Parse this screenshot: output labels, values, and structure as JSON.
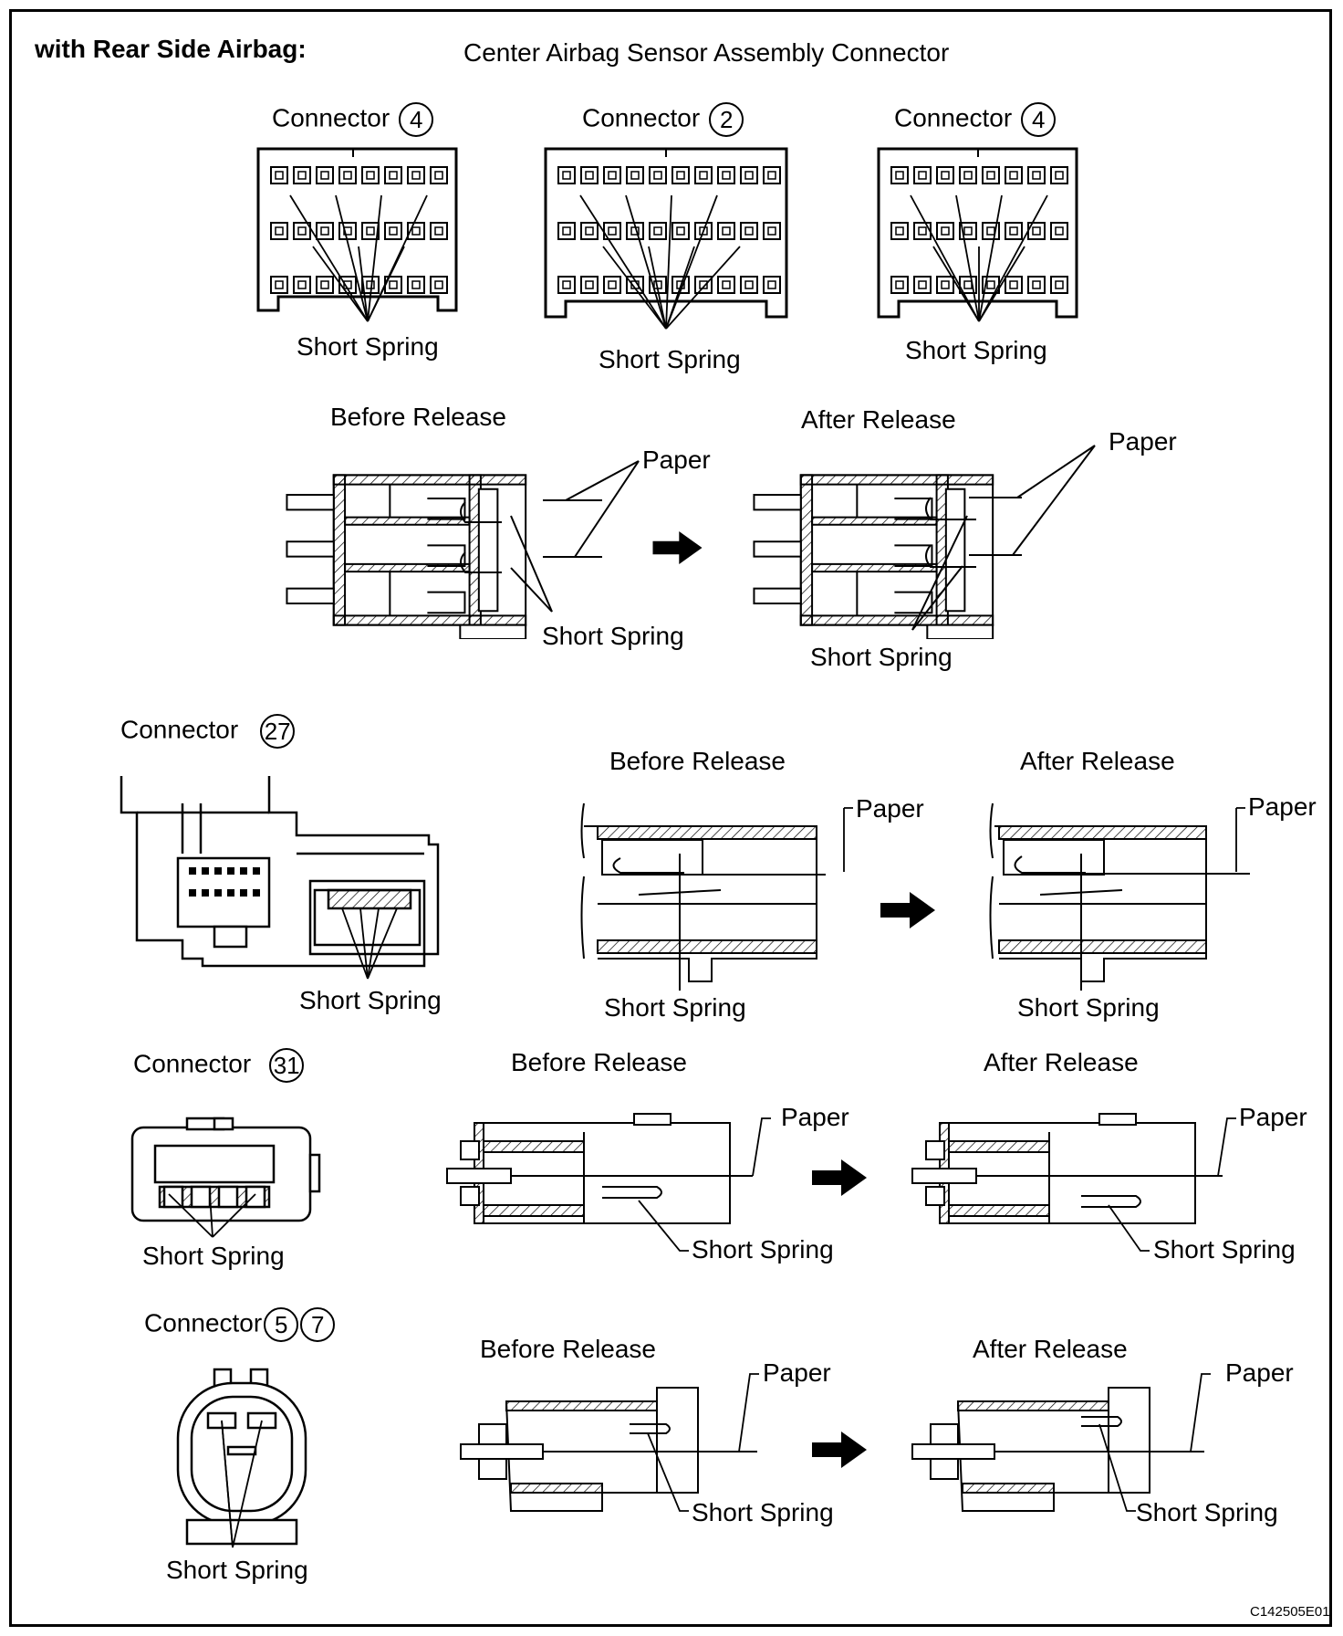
{
  "header": {
    "section_label": "with Rear Side Airbag:",
    "title": "Center Airbag Sensor Assembly Connector"
  },
  "terms": {
    "connector": "Connector",
    "short_spring": "Short Spring",
    "paper": "Paper",
    "before_release": "Before Release",
    "after_release": "After Release"
  },
  "connectors": {
    "top_left": "4",
    "top_center": "2",
    "top_right": "4",
    "row3": "27",
    "row4": "31",
    "row5_a": "5",
    "row5_b": "7"
  },
  "figure_code": "C142505E01"
}
